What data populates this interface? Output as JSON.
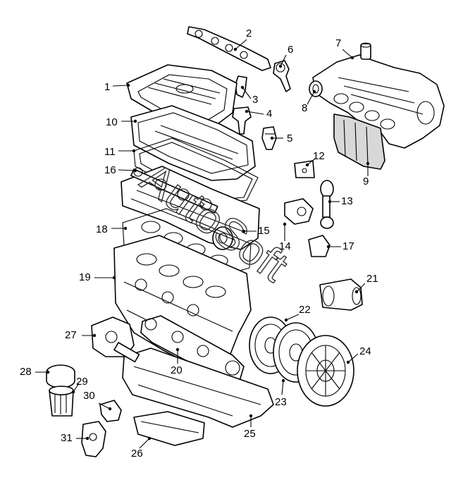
{
  "watermark": "AutoSoft",
  "callouts": [
    {
      "id": "1",
      "label": "1"
    },
    {
      "id": "2",
      "label": "2"
    },
    {
      "id": "3",
      "label": "3"
    },
    {
      "id": "4",
      "label": "4"
    },
    {
      "id": "5",
      "label": "5"
    },
    {
      "id": "6",
      "label": "6"
    },
    {
      "id": "7",
      "label": "7"
    },
    {
      "id": "8",
      "label": "8"
    },
    {
      "id": "9",
      "label": "9"
    },
    {
      "id": "10",
      "label": "10"
    },
    {
      "id": "11",
      "label": "11"
    },
    {
      "id": "12",
      "label": "12"
    },
    {
      "id": "13",
      "label": "13"
    },
    {
      "id": "14",
      "label": "14"
    },
    {
      "id": "15",
      "label": "15"
    },
    {
      "id": "16",
      "label": "16"
    },
    {
      "id": "17",
      "label": "17"
    },
    {
      "id": "18",
      "label": "18"
    },
    {
      "id": "19",
      "label": "19"
    },
    {
      "id": "20",
      "label": "20"
    },
    {
      "id": "21",
      "label": "21"
    },
    {
      "id": "22",
      "label": "22"
    },
    {
      "id": "23",
      "label": "23"
    },
    {
      "id": "24",
      "label": "24"
    },
    {
      "id": "25",
      "label": "25"
    },
    {
      "id": "26",
      "label": "26"
    },
    {
      "id": "27",
      "label": "27"
    },
    {
      "id": "28",
      "label": "28"
    },
    {
      "id": "29",
      "label": "29"
    },
    {
      "id": "30",
      "label": "30"
    },
    {
      "id": "31",
      "label": "31"
    }
  ]
}
